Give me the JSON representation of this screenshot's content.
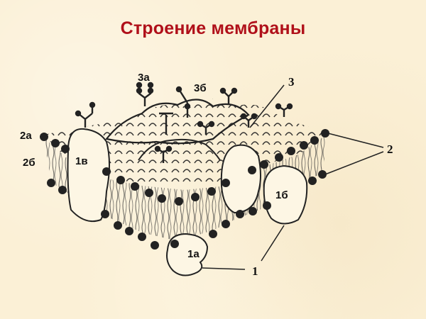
{
  "title": "Строение мембраны",
  "labels": {
    "l1": "1",
    "l1a": "1а",
    "l1b": "1б",
    "l1v": "1в",
    "l2": "2",
    "l2a": "2а",
    "l2b": "2б",
    "l3": "3",
    "l3a": "3а",
    "l3b": "3б"
  },
  "colors": {
    "title": "#b0101a",
    "background": "#fbf0d6",
    "ink": "#1a1a1a"
  }
}
